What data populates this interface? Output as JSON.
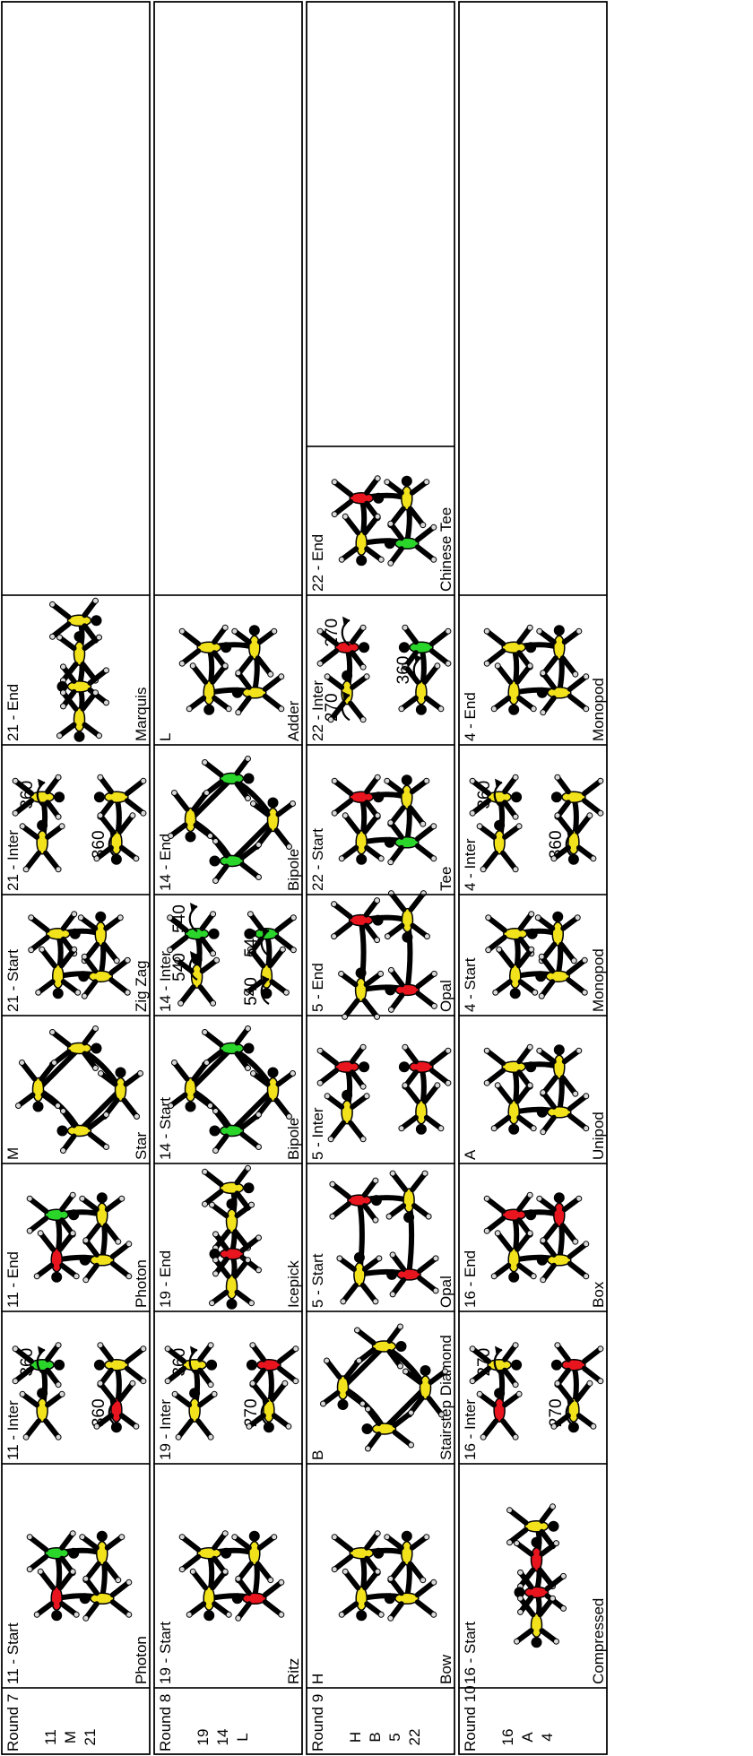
{
  "colors": {
    "yellow": "#f2e21b",
    "red": "#e8141e",
    "green": "#2bd62b",
    "line": "#000000"
  },
  "panels": [
    {
      "round": "Round 7",
      "sequence": [
        "11",
        "M",
        "21"
      ],
      "cells": [
        {
          "top": "11 - Start",
          "bottom": "Photon",
          "ann": [],
          "colors": [
            "green",
            "yellow",
            "yellow",
            "red"
          ]
        },
        {
          "top": "11 - Inter",
          "bottom": "",
          "ann": [
            "360",
            "360"
          ],
          "colors": [
            "green",
            "yellow",
            "yellow",
            "red"
          ]
        },
        {
          "top": "11 - End",
          "bottom": "Photon",
          "ann": [],
          "colors": [
            "green",
            "yellow",
            "yellow",
            "red"
          ]
        },
        {
          "top": "M",
          "bottom": "Star",
          "ann": [],
          "colors": [
            "yellow",
            "yellow",
            "yellow",
            "yellow"
          ]
        },
        {
          "top": "21 - Start",
          "bottom": "Zig Zag",
          "ann": [],
          "colors": [
            "yellow",
            "yellow",
            "yellow",
            "yellow"
          ]
        },
        {
          "top": "21 - Inter",
          "bottom": "",
          "ann": [
            "360",
            "360"
          ],
          "colors": [
            "yellow",
            "yellow",
            "yellow",
            "yellow"
          ]
        },
        {
          "top": "21 - End",
          "bottom": "Marquis",
          "ann": [],
          "colors": [
            "yellow",
            "yellow",
            "yellow",
            "yellow"
          ]
        }
      ]
    },
    {
      "round": "Round 8",
      "sequence": [
        "19",
        "14",
        "L"
      ],
      "cells": [
        {
          "top": "19 - Start",
          "bottom": "Ritz",
          "ann": [],
          "colors": [
            "yellow",
            "yellow",
            "red",
            "yellow"
          ]
        },
        {
          "top": "19 - Inter",
          "bottom": "",
          "ann": [
            "360",
            "270"
          ],
          "colors": [
            "yellow",
            "yellow",
            "red",
            "yellow"
          ]
        },
        {
          "top": "19 - End",
          "bottom": "Icepick",
          "ann": [],
          "colors": [
            "yellow",
            "yellow",
            "red",
            "yellow"
          ]
        },
        {
          "top": "14 - Start",
          "bottom": "Bipole",
          "ann": [],
          "colors": [
            "green",
            "yellow",
            "green",
            "yellow"
          ]
        },
        {
          "top": "14 - Inter",
          "bottom": "",
          "ann": [
            "540",
            "540",
            "540",
            "540"
          ],
          "colors": [
            "green",
            "yellow",
            "green",
            "yellow"
          ]
        },
        {
          "top": "14 - End",
          "bottom": "Bipole",
          "ann": [],
          "colors": [
            "green",
            "yellow",
            "green",
            "yellow"
          ]
        },
        {
          "top": "L",
          "bottom": "Adder",
          "ann": [],
          "colors": [
            "yellow",
            "yellow",
            "yellow",
            "yellow"
          ]
        }
      ]
    },
    {
      "round": "Round 9",
      "sequence": [
        "H",
        "B",
        "5",
        "22"
      ],
      "cells": [
        {
          "top": "H",
          "bottom": "Bow",
          "ann": [],
          "colors": [
            "yellow",
            "yellow",
            "yellow",
            "yellow"
          ]
        },
        {
          "top": "B",
          "bottom": "Stairstep Diamond",
          "ann": [],
          "colors": [
            "yellow",
            "yellow",
            "yellow",
            "yellow"
          ]
        },
        {
          "top": "5 - Start",
          "bottom": "Opal",
          "ann": [],
          "colors": [
            "red",
            "yellow",
            "red",
            "yellow"
          ]
        },
        {
          "top": "5 - Inter",
          "bottom": "",
          "ann": [],
          "colors": [
            "red",
            "yellow",
            "red",
            "yellow"
          ]
        },
        {
          "top": "5 - End",
          "bottom": "Opal",
          "ann": [],
          "colors": [
            "red",
            "yellow",
            "red",
            "yellow"
          ]
        },
        {
          "top": "22 - Start",
          "bottom": "Tee",
          "ann": [],
          "colors": [
            "red",
            "yellow",
            "green",
            "yellow"
          ]
        },
        {
          "top": "22 - Inter",
          "bottom": "",
          "ann": [
            "270",
            "360",
            "270"
          ],
          "colors": [
            "red",
            "yellow",
            "green",
            "yellow"
          ]
        },
        {
          "top": "22 - End",
          "bottom": "Chinese Tee",
          "ann": [],
          "colors": [
            "red",
            "yellow",
            "green",
            "yellow"
          ]
        }
      ]
    },
    {
      "round": "Round 10",
      "sequence": [
        "16",
        "A",
        "4"
      ],
      "cells": [
        {
          "top": "16 - Start",
          "bottom": "Compressed",
          "ann": [],
          "colors": [
            "yellow",
            "red",
            "red",
            "yellow"
          ]
        },
        {
          "top": "16 - Inter",
          "bottom": "",
          "ann": [
            "270",
            "270"
          ],
          "colors": [
            "yellow",
            "red",
            "red",
            "yellow"
          ]
        },
        {
          "top": "16 - End",
          "bottom": "Box",
          "ann": [],
          "colors": [
            "red",
            "red",
            "yellow",
            "yellow"
          ]
        },
        {
          "top": "A",
          "bottom": "Unipod",
          "ann": [],
          "colors": [
            "yellow",
            "yellow",
            "yellow",
            "yellow"
          ]
        },
        {
          "top": "4 - Start",
          "bottom": "Monopod",
          "ann": [],
          "colors": [
            "yellow",
            "yellow",
            "yellow",
            "yellow"
          ]
        },
        {
          "top": "4 - Inter",
          "bottom": "",
          "ann": [
            "360",
            "360"
          ],
          "colors": [
            "yellow",
            "yellow",
            "yellow",
            "yellow"
          ]
        },
        {
          "top": "4 - End",
          "bottom": "Monopod",
          "ann": [],
          "colors": [
            "yellow",
            "yellow",
            "yellow",
            "yellow"
          ]
        }
      ]
    }
  ]
}
